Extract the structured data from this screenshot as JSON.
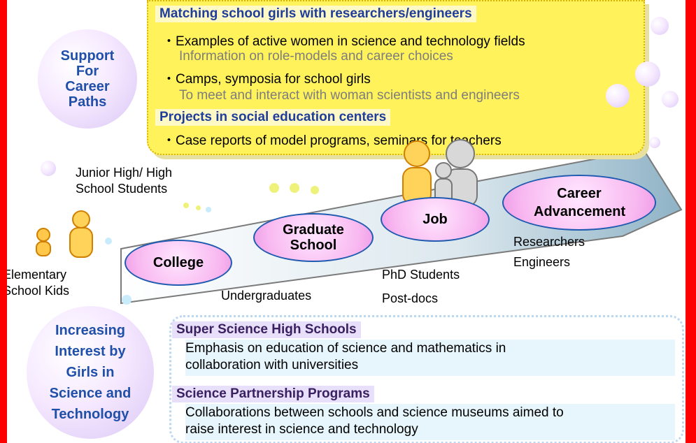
{
  "support_bubble": "Support For Career Paths",
  "interest_bubble": "Increasing Interest by Girls in Science and Technology",
  "top": {
    "header1": "Matching school girls with researchers/engineers",
    "item1": "Examples of active women in science and technology fields",
    "item1_sub": "Information on role-models and career choices",
    "item2": "Camps, symposia for school girls",
    "item2_sub": "To meet and interact with woman scientists and engineers",
    "header2": "Projects in social education centers",
    "item3": "Case reports of model programs, seminars for teachers",
    "bullet": "・"
  },
  "stages": {
    "college": "College",
    "graduate": "Graduate School",
    "job": "Job",
    "career": "Career Advancement"
  },
  "labels": {
    "junior": "Junior High/ High School Students",
    "elementary": "Elementary School Kids",
    "undergrad": "Undergraduates",
    "phd": "PhD Students",
    "postdoc": "Post-docs",
    "researchers": "Researchers",
    "engineers": "Engineers"
  },
  "bottom": {
    "header1": "Super Science High Schools",
    "text1_line1": "Emphasis on education of science and mathematics in",
    "text1_line2": "collaboration with universities",
    "header2": "Science Partnership Programs",
    "text2_line1": "Collaborations between schools and science museums aimed to",
    "text2_line2": "raise interest in science and technology"
  }
}
